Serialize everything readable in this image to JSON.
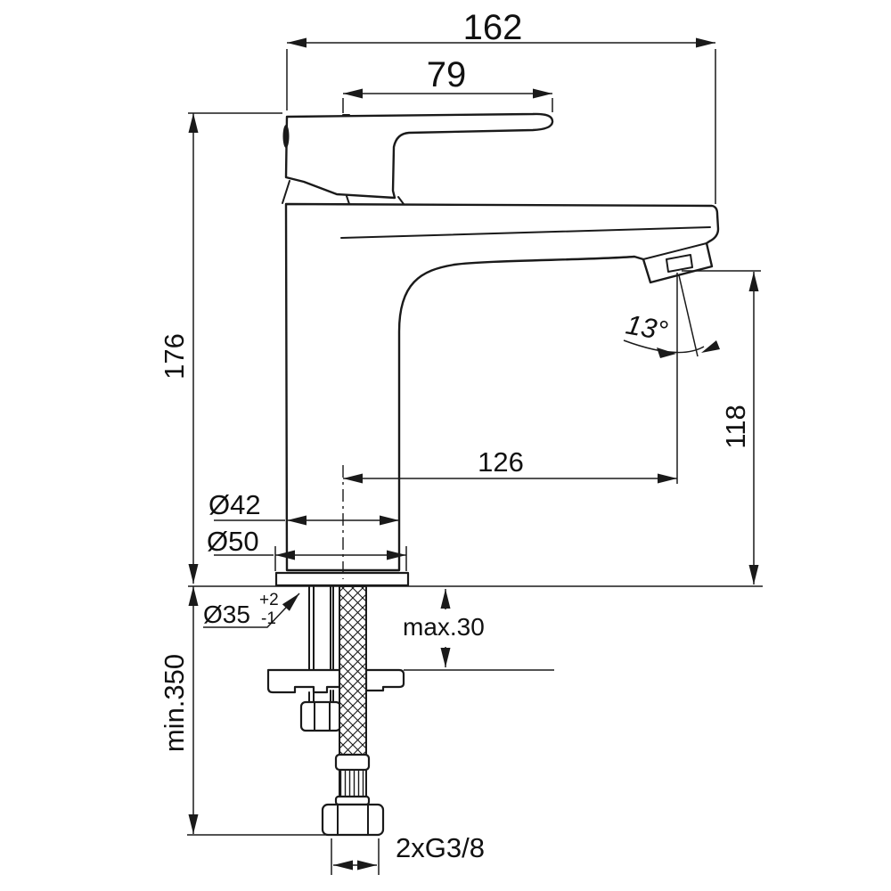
{
  "drawing": {
    "kind": "single-lever basin mixer — dimensioned side elevation",
    "line_color": "#1a1a1a",
    "background_color": "#ffffff"
  },
  "dims": {
    "total_width": "162",
    "handle_length": "79",
    "total_height": "176",
    "spout_angle": "13°",
    "outlet_height": "118",
    "spout_reach": "126",
    "body_diameter": "Ø42",
    "base_diameter": "Ø50",
    "hole_diameter": "Ø35",
    "hole_tolerance_plus": "+2",
    "hole_tolerance_minus": "-1",
    "max_deck_thickness": "max.30",
    "min_hose_length": "min.350",
    "connection_thread": "2xG3/8"
  }
}
